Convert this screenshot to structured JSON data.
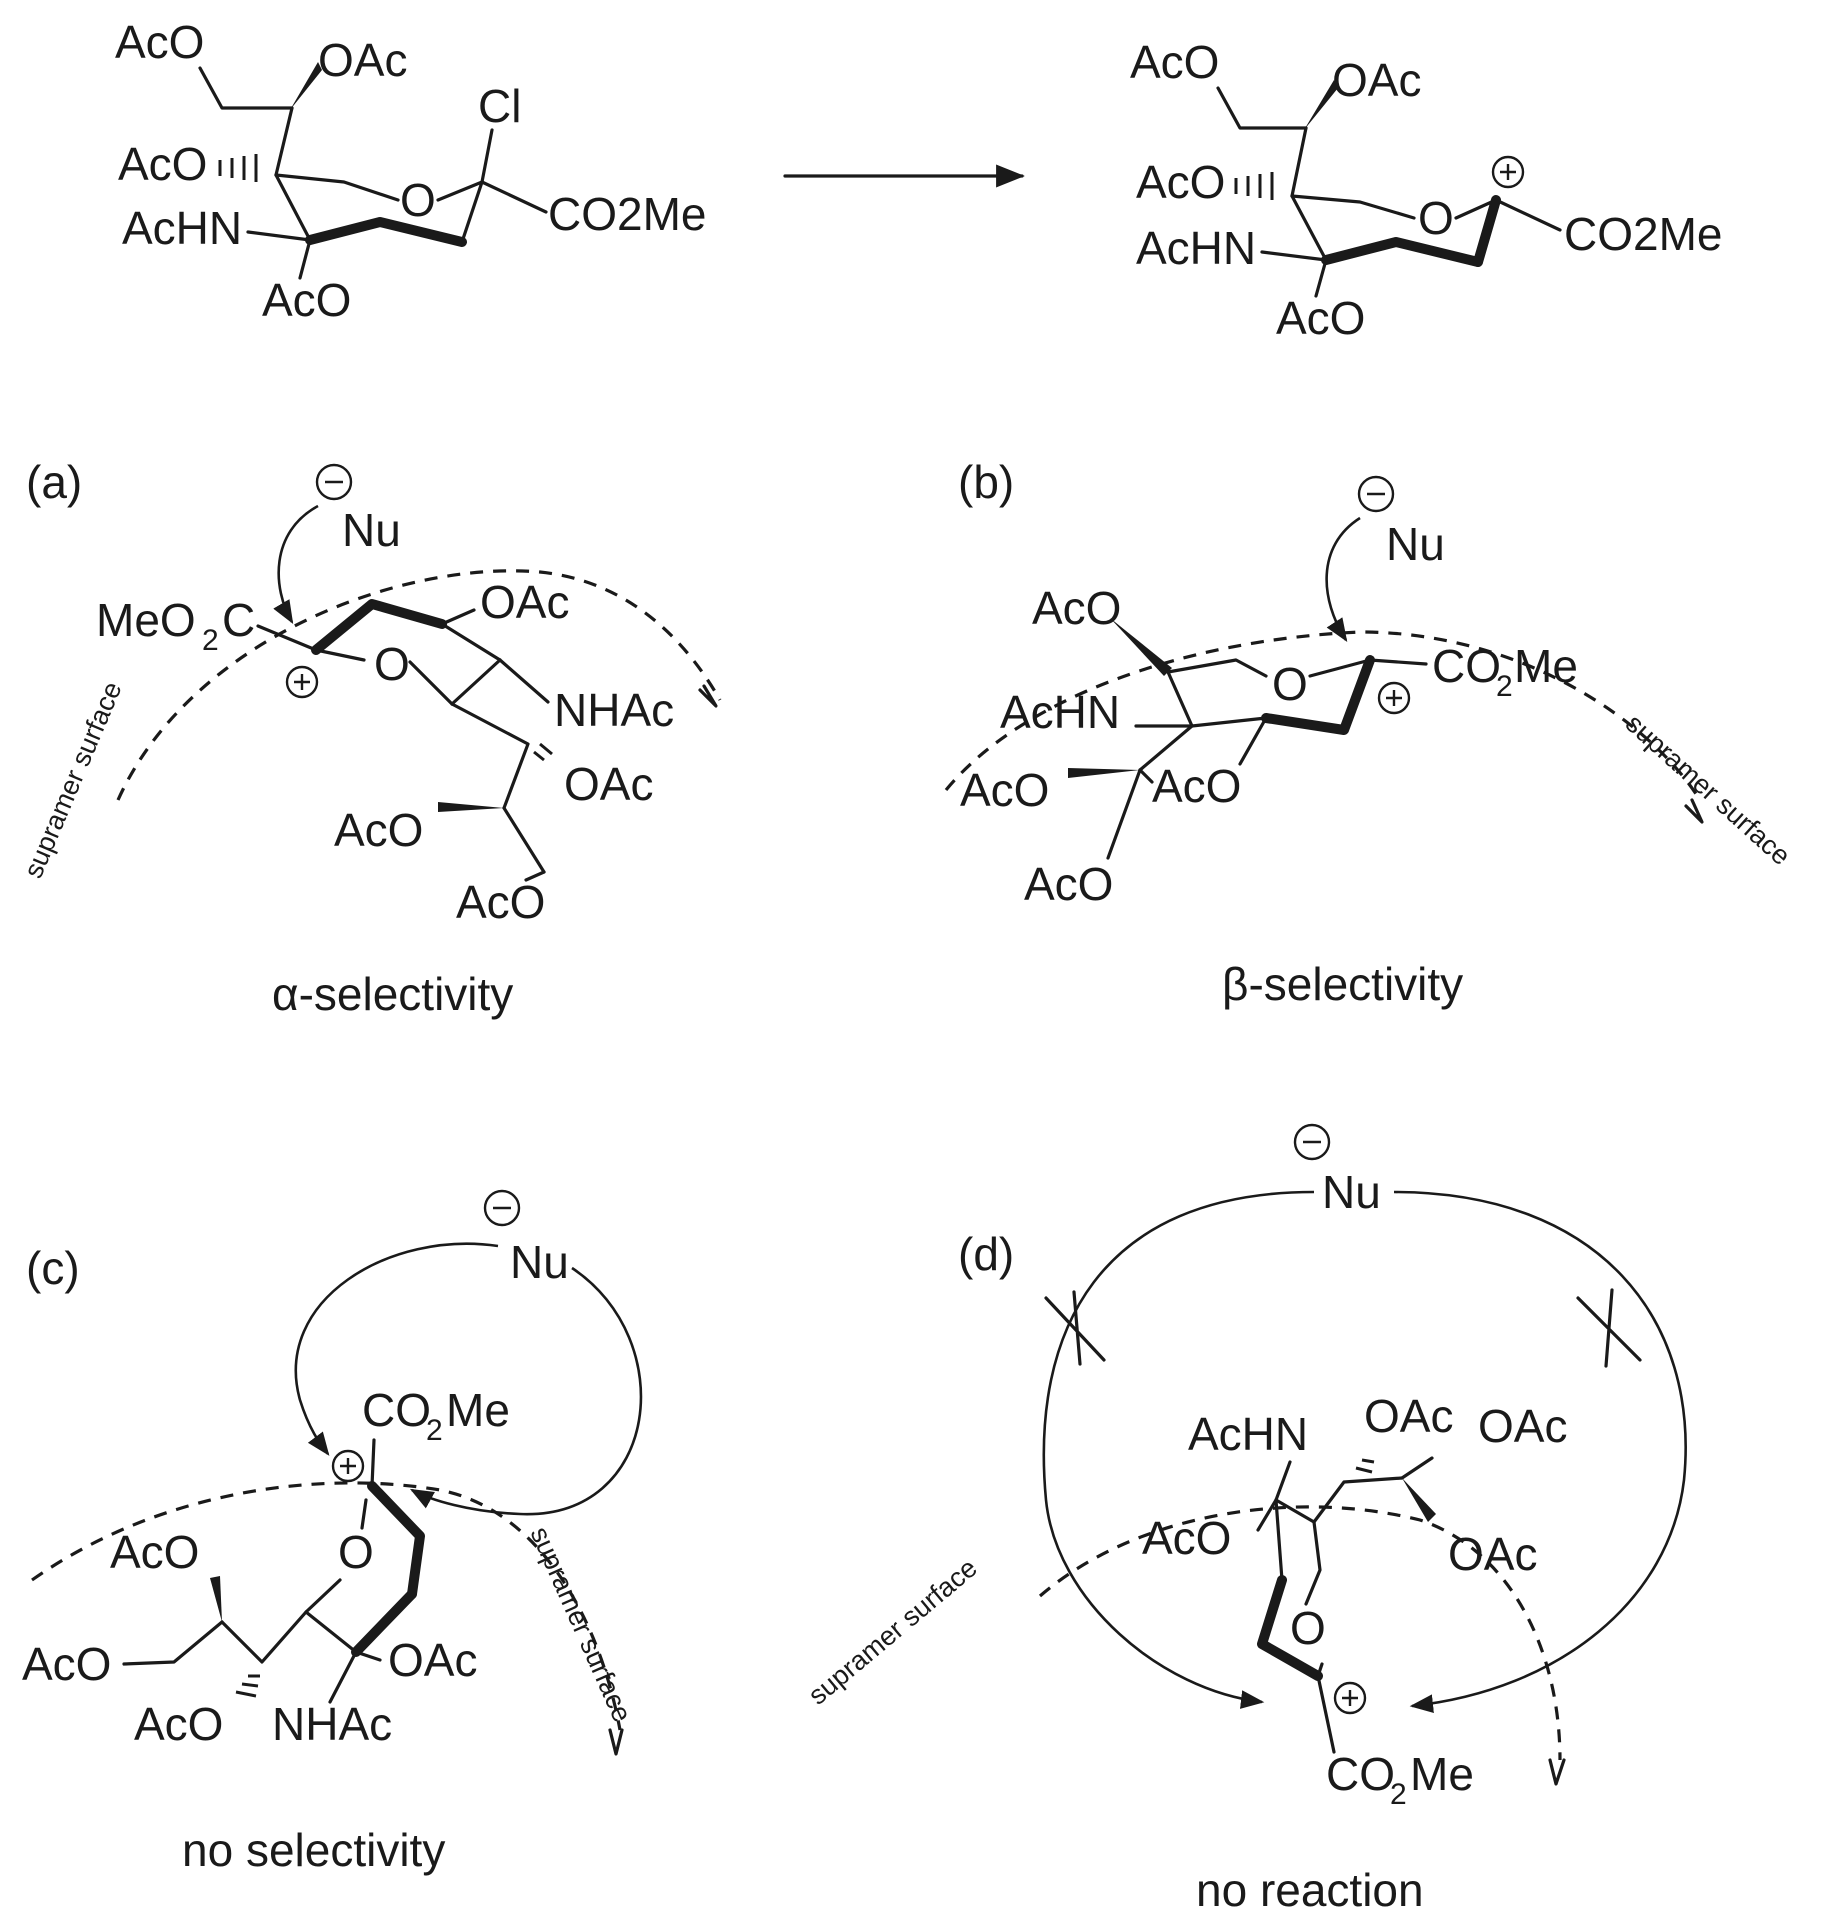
{
  "reaction": {
    "reactant": {
      "aco_top": "AcO",
      "oac_top": "OAc",
      "cl": "Cl",
      "aco_mid": "AcO",
      "ring_o": "O",
      "co2me": "CO2Me",
      "achn": "AcHN",
      "aco_bottom": "AcO"
    },
    "product": {
      "aco_top": "AcO",
      "oac_top": "OAc",
      "aco_mid": "AcO",
      "ring_o": "O",
      "co2me": "CO2Me",
      "achn": "AcHN",
      "aco_bottom": "AcO"
    }
  },
  "panels": {
    "a": {
      "label": "(a)",
      "nu": "Nu",
      "meo2c_1": "MeO",
      "meo2c_2": "2",
      "meo2c_3": "C",
      "ring_o": "O",
      "oac_top": "OAc",
      "nhac": "NHAc",
      "oac_mid": "OAc",
      "aco_1": "AcO",
      "aco_2": "AcO",
      "surface": "supramer surface",
      "caption": "α-selectivity"
    },
    "b": {
      "label": "(b)",
      "nu": "Nu",
      "aco_top": "AcO",
      "ring_o": "O",
      "co2me_1": "CO",
      "co2me_2": "2",
      "co2me_3": "Me",
      "achn": "AcHN",
      "aco_left": "AcO",
      "aco_mid": "AcO",
      "aco_bottom": "AcO",
      "surface": "supramer surface",
      "caption": "β-selectivity"
    },
    "c": {
      "label": "(c)",
      "nu": "Nu",
      "co2me_1": "CO",
      "co2me_2": "2",
      "co2me_3": "Me",
      "ring_o": "O",
      "aco_top": "AcO",
      "aco_left": "AcO",
      "oac": "OAc",
      "aco_bottom": "AcO",
      "nhac": "NHAc",
      "surface": "supramer surface",
      "caption": "no selectivity"
    },
    "d": {
      "label": "(d)",
      "nu": "Nu",
      "achn": "AcHN",
      "oac_1": "OAc",
      "oac_2": "OAc",
      "aco": "AcO",
      "oac_3": "OAc",
      "ring_o": "O",
      "co2me_1": "CO",
      "co2me_2": "2",
      "co2me_3": "Me",
      "surface": "supramer surface",
      "caption": "no reaction"
    }
  }
}
